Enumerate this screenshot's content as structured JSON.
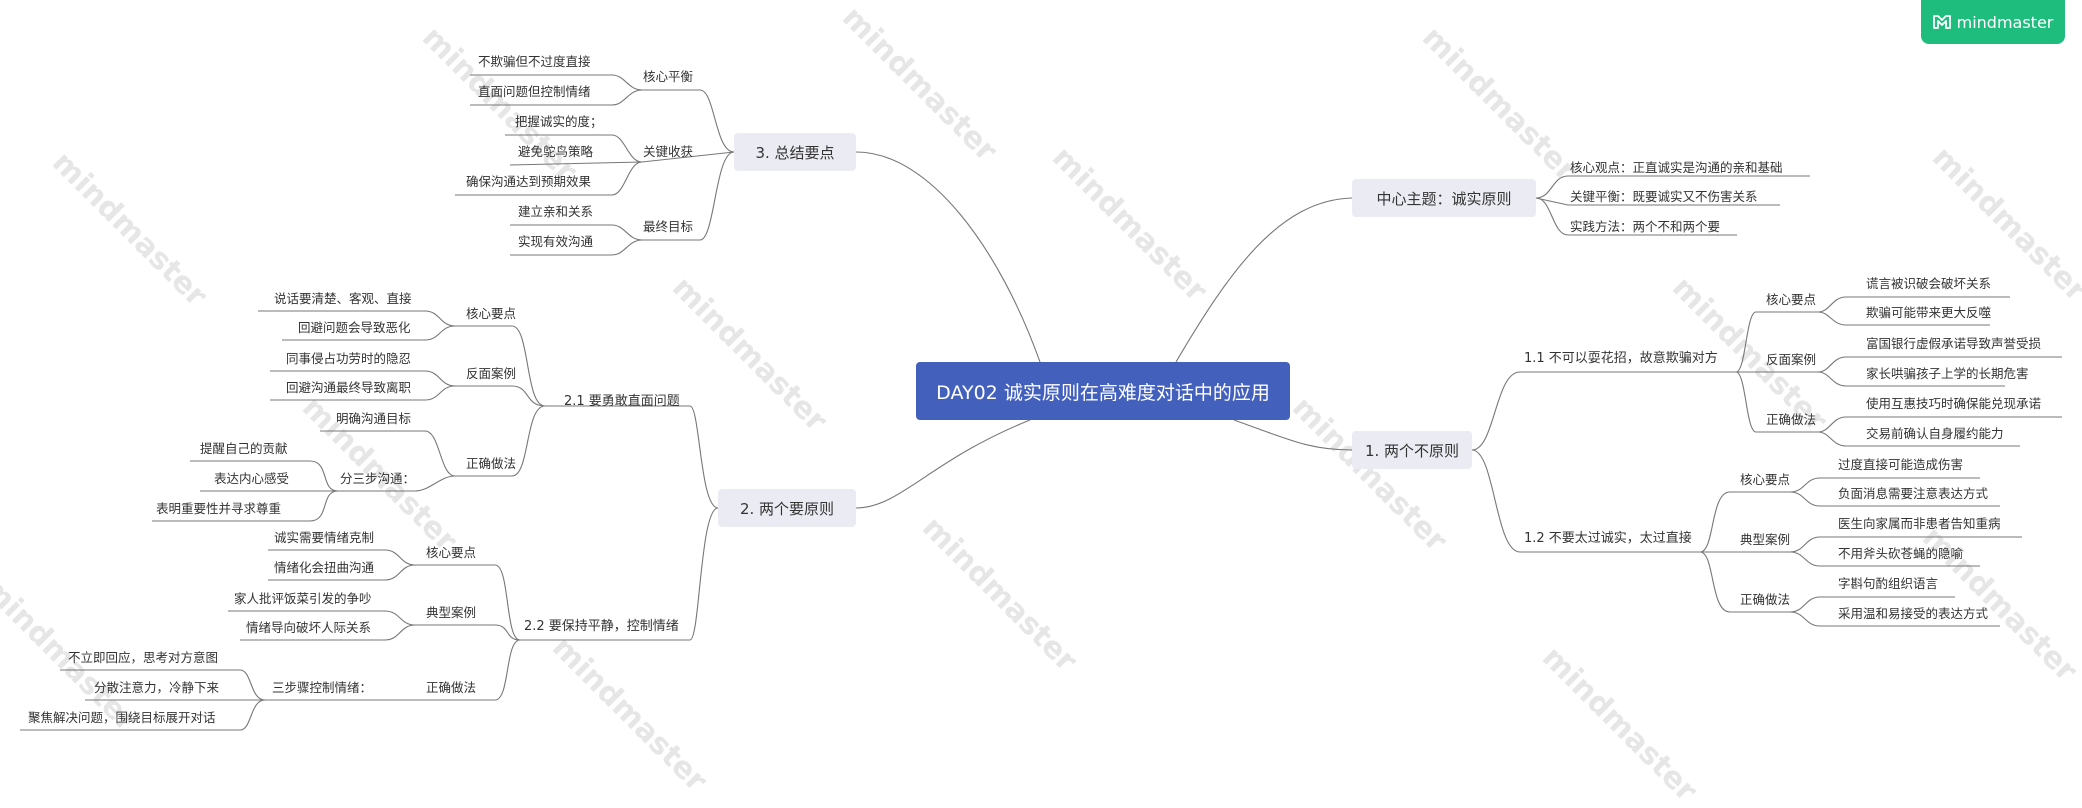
{
  "app": {
    "brand": "mindmaster",
    "watermark_text": "mindmaster",
    "accent": "#4360bd",
    "brand_color": "#1fbd7d"
  },
  "root": {
    "title": "DAY02 诚实原则在高难度对话中的应用"
  },
  "center_topic": {
    "title": "中心主题：诚实原则",
    "items": [
      "核心观点：正直诚实是沟通的亲和基础",
      "关键平衡：既要诚实又不伤害关系",
      "实践方法：两个不和两个要"
    ]
  },
  "principle1": {
    "title": "1. 两个不原则",
    "sub1": {
      "title": "1.1 不可以耍花招，故意欺骗对方",
      "groups": [
        {
          "label": "核心要点",
          "items": [
            "谎言被识破会破坏关系",
            "欺骗可能带来更大反噬"
          ]
        },
        {
          "label": "反面案例",
          "items": [
            "富国银行虚假承诺导致声誉受损",
            "家长哄骗孩子上学的长期危害"
          ]
        },
        {
          "label": "正确做法",
          "items": [
            "使用互惠技巧时确保能兑现承诺",
            "交易前确认自身履约能力"
          ]
        }
      ]
    },
    "sub2": {
      "title": "1.2 不要太过诚实，太过直接",
      "groups": [
        {
          "label": "核心要点",
          "items": [
            "过度直接可能造成伤害",
            "负面消息需要注意表达方式"
          ]
        },
        {
          "label": "典型案例",
          "items": [
            "医生向家属而非患者告知重病",
            "不用斧头砍苍蝇的隐喻"
          ]
        },
        {
          "label": "正确做法",
          "items": [
            "字斟句酌组织语言",
            "采用温和易接受的表达方式"
          ]
        }
      ]
    }
  },
  "principle2": {
    "title": "2. 两个要原则",
    "sub1": {
      "title": "2.1 要勇敢直面问题",
      "groups": [
        {
          "label": "核心要点",
          "items": [
            "说话要清楚、客观、直接",
            "回避问题会导致恶化"
          ]
        },
        {
          "label": "反面案例",
          "items": [
            "同事侵占功劳时的隐忍",
            "回避沟通最终导致离职"
          ]
        },
        {
          "label": "正确做法",
          "items": [
            "明确沟通目标"
          ],
          "step_label": "分三步沟通：",
          "steps": [
            "提醒自己的贡献",
            "表达内心感受",
            "表明重要性并寻求尊重"
          ]
        }
      ]
    },
    "sub2": {
      "title": "2.2 要保持平静，控制情绪",
      "groups": [
        {
          "label": "核心要点",
          "items": [
            "诚实需要情绪克制",
            "情绪化会扭曲沟通"
          ]
        },
        {
          "label": "典型案例",
          "items": [
            "家人批评饭菜引发的争吵",
            "情绪导向破坏人际关系"
          ]
        },
        {
          "label": "正确做法",
          "items": [],
          "step_label": "三步骤控制情绪：",
          "steps": [
            "不立即回应，思考对方意图",
            "分散注意力，冷静下来",
            "聚焦解决问题，围绕目标展开对话"
          ]
        }
      ]
    }
  },
  "summary": {
    "title": "3. 总结要点",
    "groups": [
      {
        "label": "核心平衡",
        "items": [
          "不欺骗但不过度直接",
          "直面问题但控制情绪"
        ]
      },
      {
        "label": "关键收获",
        "items": [
          "把握诚实的度；",
          "避免鸵鸟策略",
          "确保沟通达到预期效果"
        ]
      },
      {
        "label": "最终目标",
        "items": [
          "建立亲和关系",
          "实现有效沟通"
        ]
      }
    ]
  }
}
